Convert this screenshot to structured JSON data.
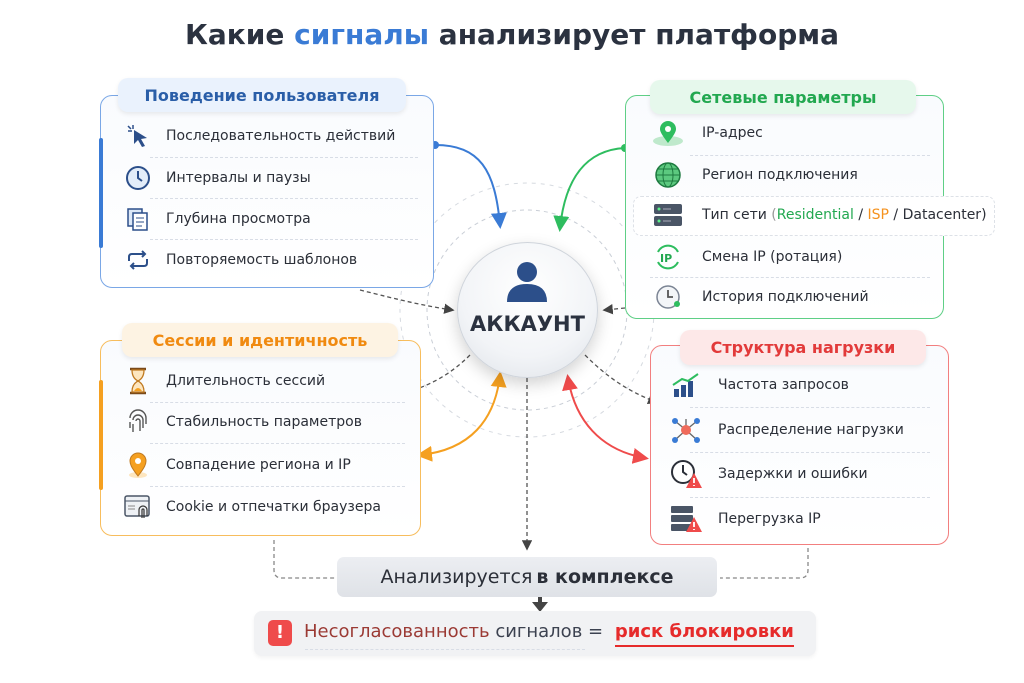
{
  "title": {
    "pre": "Какие ",
    "highlight": "сигналы",
    "post": " анализирует платформа"
  },
  "center": {
    "label": "АККАУНТ"
  },
  "behavior": {
    "title": "Поведение пользователя",
    "items": [
      "Последовательность действий",
      "Интервалы и паузы",
      "Глубина просмотра",
      "Повторяемость шаблонов"
    ]
  },
  "network": {
    "title": "Сетевые параметры",
    "items": [
      "IP-адрес",
      "Регион подключения",
      "Тип сети",
      "Смена IP (ротация)",
      "История подключений"
    ],
    "net_type": {
      "open": " (",
      "residential": "Residential",
      "sep1": " / ",
      "isp": "ISP",
      "sep2": " / ",
      "datacenter": "Datacenter",
      "close": ")"
    }
  },
  "sessions": {
    "title": "Сессии и идентичность",
    "items": [
      "Длительность сессий",
      "Стабильность параметров",
      "Совпадение региона и IP",
      "Cookie и отпечатки браузера"
    ]
  },
  "load": {
    "title": "Структура нагрузки",
    "items": [
      "Частота запросов",
      "Распределение нагрузки",
      "Задержки и ошибки",
      "Перегрузка IP"
    ]
  },
  "analyzed": {
    "pre": "Анализируется ",
    "bold": "в комплексе"
  },
  "risk": {
    "icon": "!",
    "pre": "Несогласованность",
    "mid": " сигналов = ",
    "bold": "риск блокировки"
  },
  "colors": {
    "blue": "#3a7bd5",
    "green": "#2ebd5f",
    "orange": "#f5a020",
    "red": "#ef4b4b"
  }
}
